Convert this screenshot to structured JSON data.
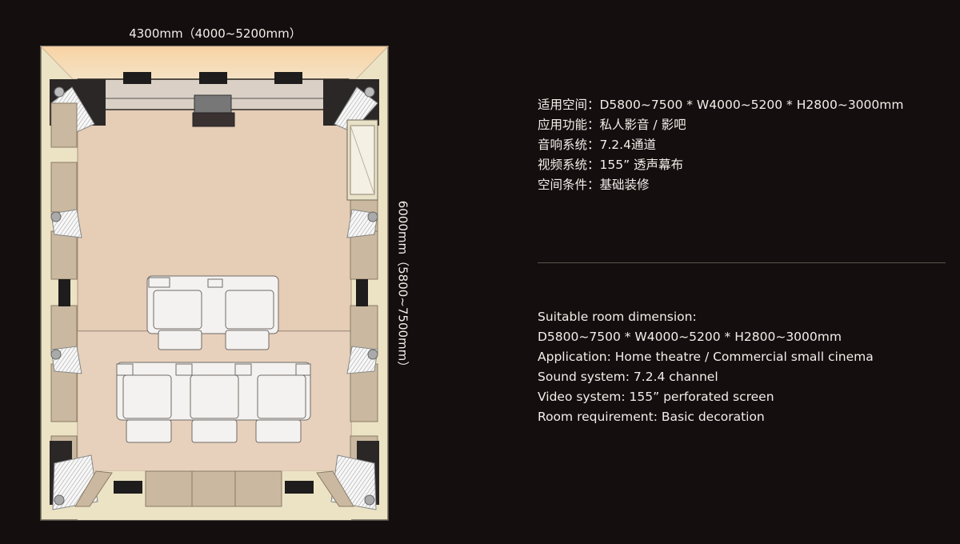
{
  "dimensions": {
    "width_label": "4300mm（4000~5200mm）",
    "depth_label": "6000mm（5800~7500mm）"
  },
  "specs_cn": [
    "适用空间：D5800~7500 * W4000~5200 * H2800~3000mm",
    "应用功能：私人影音 / 影吧",
    "音响系统：7.2.4通道",
    "视频系统：155” 透声幕布",
    "空间条件：基础装修"
  ],
  "specs_en": [
    "Suitable room dimension:",
    "D5800~7500 * W4000~5200 * H2800~3000mm",
    "Application: Home theatre / Commercial small cinema",
    "Sound system: 7.2.4 channel",
    "Video system: 155” perforated screen",
    "Room requirement: Basic decoration"
  ],
  "colors": {
    "background": "#140f0e",
    "floor": "#e5cdb6",
    "wall": "#ece3c5",
    "panel": "#cab9a0",
    "screen_glow": "#f7d9b0",
    "speaker": "#1e1c1c",
    "seat": "#f4f2f0"
  }
}
